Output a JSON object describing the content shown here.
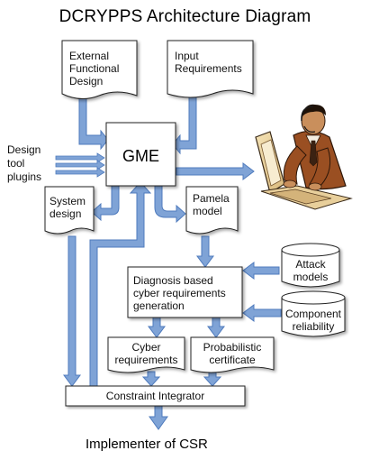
{
  "title": "DCRYPPS Architecture Diagram",
  "nodes": {
    "external_functional_design": "External\nFunctional\nDesign",
    "input_requirements": "Input\nRequirements",
    "design_tool_plugins": "Design\ntool\nplugins",
    "gme": "GME",
    "system_design": "System\ndesign",
    "pamela_model": "Pamela\nmodel",
    "attack_models": "Attack\nmodels",
    "diagnosis": "Diagnosis based\ncyber requirements\ngeneration",
    "component_reliability": "Component\nreliability",
    "cyber_requirements": "Cyber\nrequirements",
    "probabilistic_certificate": "Probabilistic\ncertificate",
    "constraint_integrator": "Constraint Integrator"
  },
  "footer": "Implementer of CSR",
  "colors": {
    "arrow_fill": "#7fa3d6",
    "arrow_edge": "#4f7bbd",
    "box_border": "#222222",
    "paper": "#ffffff"
  },
  "icons": {
    "user_at_computer": "person-at-desk-clipart"
  }
}
